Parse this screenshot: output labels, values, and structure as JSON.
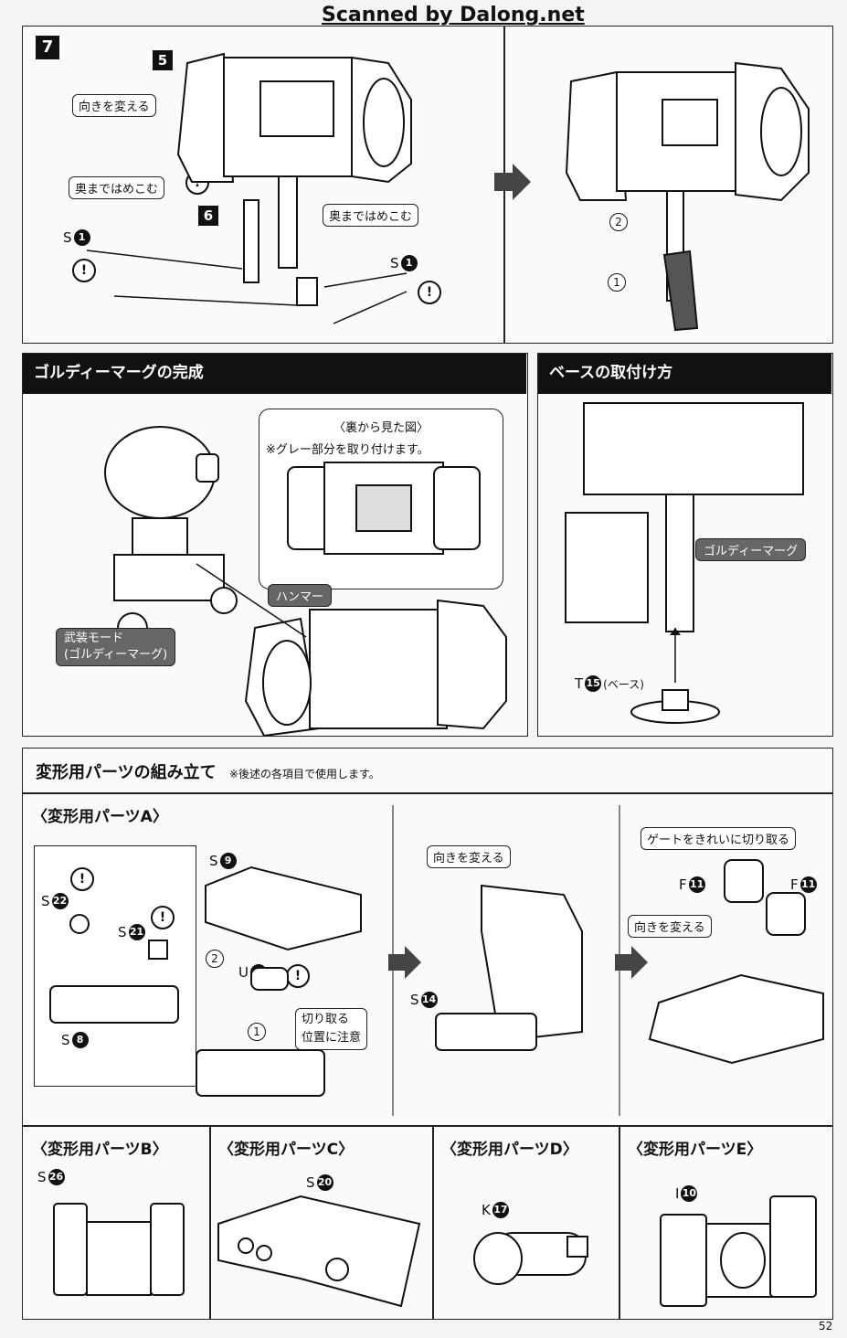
{
  "watermark": "Scanned by Dalong.net",
  "page_number": "52",
  "step7": {
    "step": "7",
    "sub_step_5": "5",
    "sub_step_6": "6",
    "callout_turn": "向きを変える",
    "callout_push1": "奥まではめこむ",
    "callout_push2": "奥まではめこむ",
    "part_left": "S",
    "part_left_num": "1",
    "part_right": "S",
    "part_right_num": "1",
    "warn": "!",
    "order1": "1",
    "order2": "2"
  },
  "completion": {
    "title": "ゴルディーマーグの完成",
    "back_view": "〈裏から見た図〉",
    "gray_note": "※グレー部分を取り付けます。",
    "hammer_label": "ハンマー",
    "armed_mode_line1": "武装モード",
    "armed_mode_line2": "(ゴルディーマーグ)"
  },
  "base": {
    "title": "ベースの取付け方",
    "golldymarg_label": "ゴルディーマーグ",
    "part": "T",
    "part_num": "15",
    "part_note": "(ベース)"
  },
  "transform": {
    "title": "変形用パーツの組み立て",
    "note": "※後述の各項目で使用します。",
    "partsA": {
      "title": "〈変形用パーツA〉",
      "s22": "S",
      "s22_num": "22",
      "s21": "S",
      "s21_num": "21",
      "s8": "S",
      "s8_num": "8",
      "s9": "S",
      "s9_num": "9",
      "u4": "U",
      "u4_num": "4",
      "cut_note_line1": "切り取る",
      "cut_note_line2": "位置に注意",
      "s14": "S",
      "s14_num": "14",
      "turn1": "向きを変える",
      "gate_note": "ゲートをきれいに切り取る",
      "f11a": "F",
      "f11a_num": "11",
      "f11b": "F",
      "f11b_num": "11",
      "turn2": "向きを変える"
    },
    "partsB": {
      "title": "〈変形用パーツB〉",
      "part": "S",
      "num": "26"
    },
    "partsC": {
      "title": "〈変形用パーツC〉",
      "part": "S",
      "num": "20"
    },
    "partsD": {
      "title": "〈変形用パーツD〉",
      "part": "K",
      "num": "17"
    },
    "partsE": {
      "title": "〈変形用パーツE〉",
      "part": "I",
      "num": "10"
    }
  }
}
